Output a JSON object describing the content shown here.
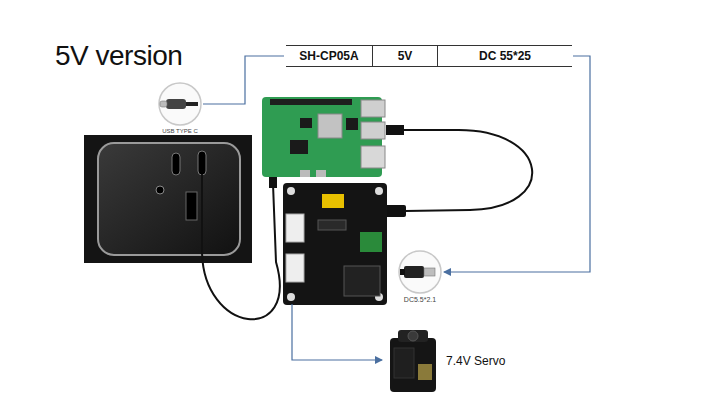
{
  "diagram": {
    "title": "5V version",
    "nodes": [
      {
        "text": [
          "SH-CP05A",
          "5V",
          "DC 55*25"
        ]
      },
      {
        "text": [
          "USB TYPE C"
        ]
      },
      {
        "text": [
          "DC5.5*2.1"
        ]
      },
      {
        "text": [
          "7.4V Servo"
        ]
      }
    ],
    "edges": [
      {
        "from": 1,
        "to": 0,
        "arrow": "none"
      },
      {
        "from": 0,
        "to": 2,
        "arrow": "to"
      }
    ]
  }
}
